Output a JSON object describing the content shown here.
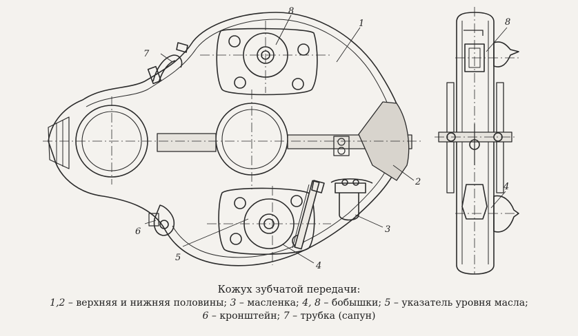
{
  "figure": {
    "part_labels": [
      "1",
      "2",
      "3",
      "4",
      "5",
      "6",
      "7",
      "8",
      "8",
      "4"
    ]
  },
  "caption": {
    "title": "Кожух зубчатой передачи:",
    "line1": [
      {
        "num": "1,2",
        "text": " – верхняя и нижняя половины; "
      },
      {
        "num": "3",
        "text": " – масленка; "
      },
      {
        "num": "4, 8",
        "text": " – бобышки; "
      },
      {
        "num": "5",
        "text": " – указатель уровня масла;"
      }
    ],
    "line2": [
      {
        "num": "6",
        "text": " – кронштейн; "
      },
      {
        "num": "7",
        "text": " – трубка (сапун)"
      }
    ]
  },
  "colors": {
    "ink": "#2a2a2a",
    "paper": "#f4f2ee"
  }
}
